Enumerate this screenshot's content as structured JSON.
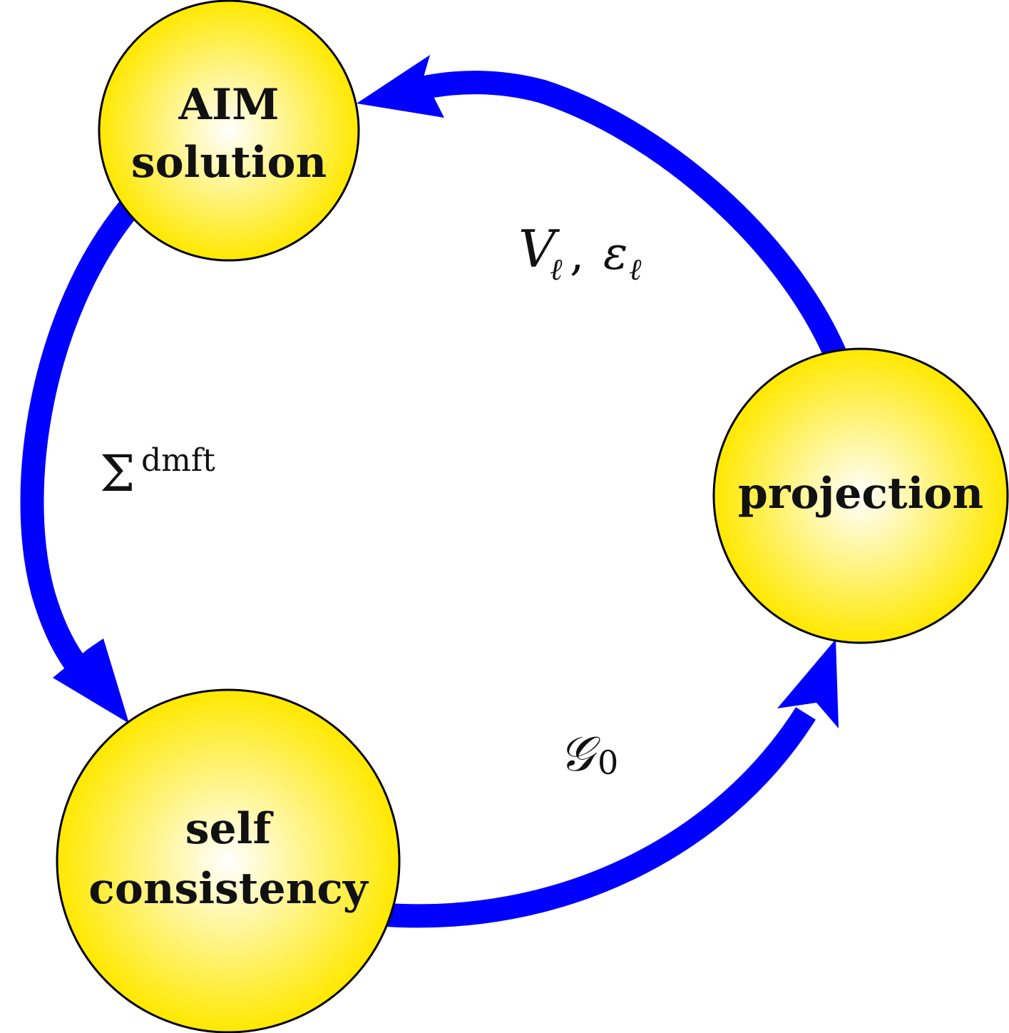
{
  "nodes": {
    "aim": {
      "line1": "AIM",
      "line2": "solution"
    },
    "projection": {
      "label": "projection"
    },
    "self_consistency": {
      "line1": "self",
      "line2": "consistency"
    }
  },
  "edges": {
    "aim_to_self": {
      "symbol": "Σ",
      "superscript": "dmft"
    },
    "self_to_projection": {
      "symbol": "𝒢",
      "subscript": "0"
    },
    "projection_to_aim": {
      "symbol1": "V",
      "sub1": "ℓ",
      "separator": ",",
      "symbol2": "ε",
      "sub2": "ℓ"
    }
  },
  "colors": {
    "node_fill_edge": "#ffe800",
    "node_fill_center": "#ffffff",
    "node_stroke": "#000000",
    "arrow": "#0000ff",
    "text": "#111111"
  }
}
